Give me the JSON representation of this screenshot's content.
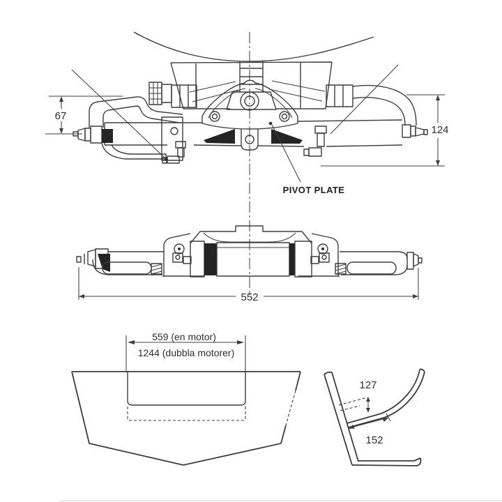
{
  "canvas": {
    "background": "#ffffff",
    "line_color": "#3d3d3d",
    "text_color": "#2e2e2e",
    "solid_fill_color": "#242424"
  },
  "rear_view": {
    "dim_height_left": "67",
    "dim_height_right": "124",
    "pivot_plate_label": "PIVOT PLATE"
  },
  "cylinder_front_view": {
    "dim_overall_width": "552"
  },
  "transom_rear_view": {
    "dim_single_engine": "559 (en motor)",
    "dim_twin_engine": "1244 (dubbla motorer)"
  },
  "transom_side_view": {
    "dim_vertical": "127",
    "dim_along_transom": "152"
  }
}
